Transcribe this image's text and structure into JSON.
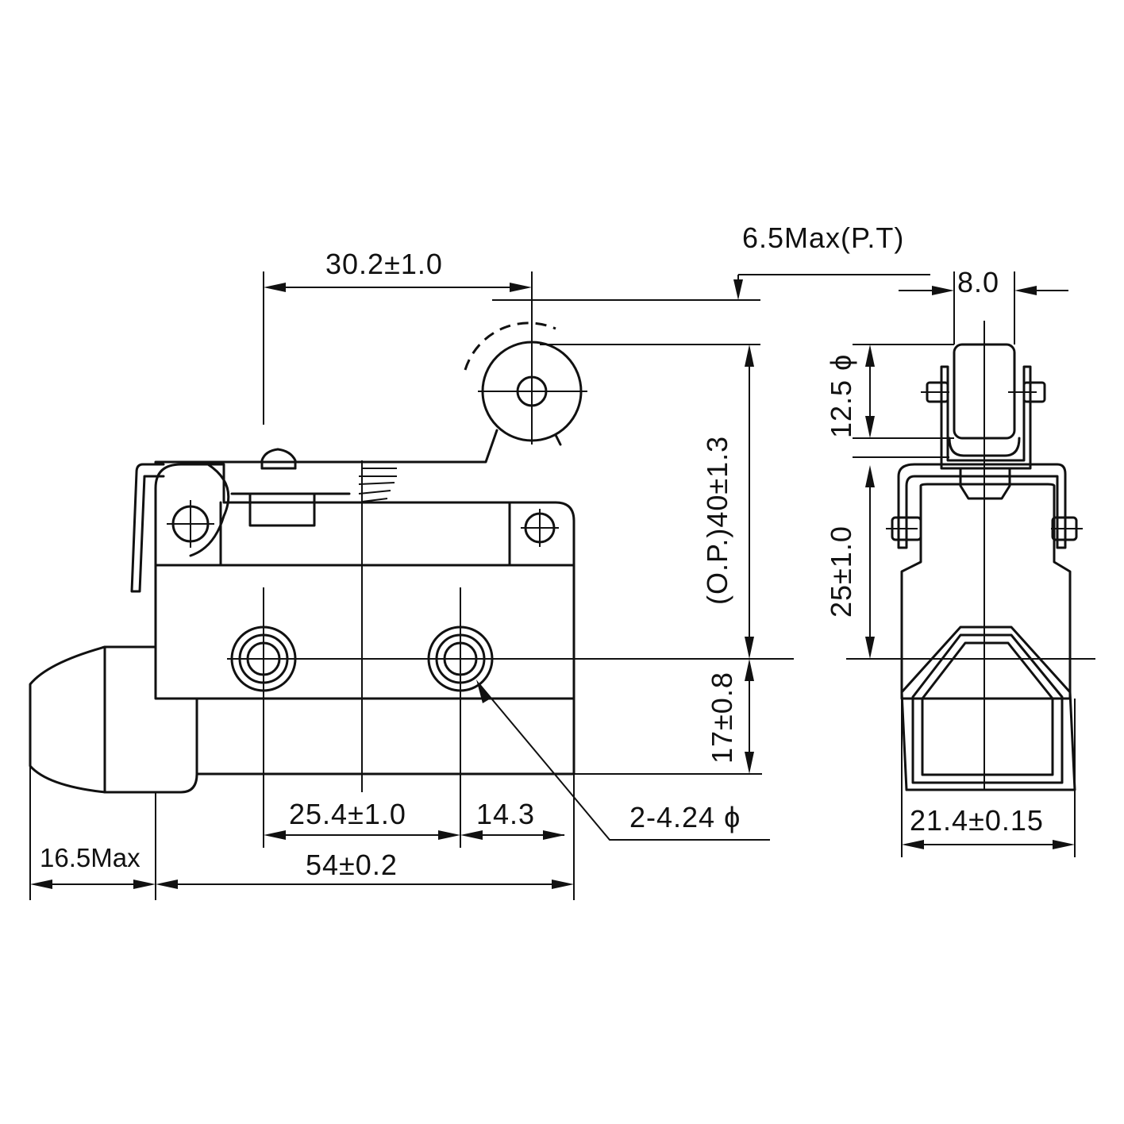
{
  "dimensions": {
    "roller_offset": "30.2±1.0",
    "pretravel": "6.5Max(P.T)",
    "operating_position": "(O.P.)40±1.3",
    "mount_height": "17±0.8",
    "hole_spacing": "25.4±1.0",
    "hole_edge": "14.3",
    "hole_spec": "2-4.24 ϕ",
    "body_length": "54±0.2",
    "boot_length": "16.5Max",
    "roller_width": "8.0",
    "roller_diameter": "12.5 ϕ",
    "side_height": "25±1.0",
    "body_width": "21.4±0.15"
  }
}
